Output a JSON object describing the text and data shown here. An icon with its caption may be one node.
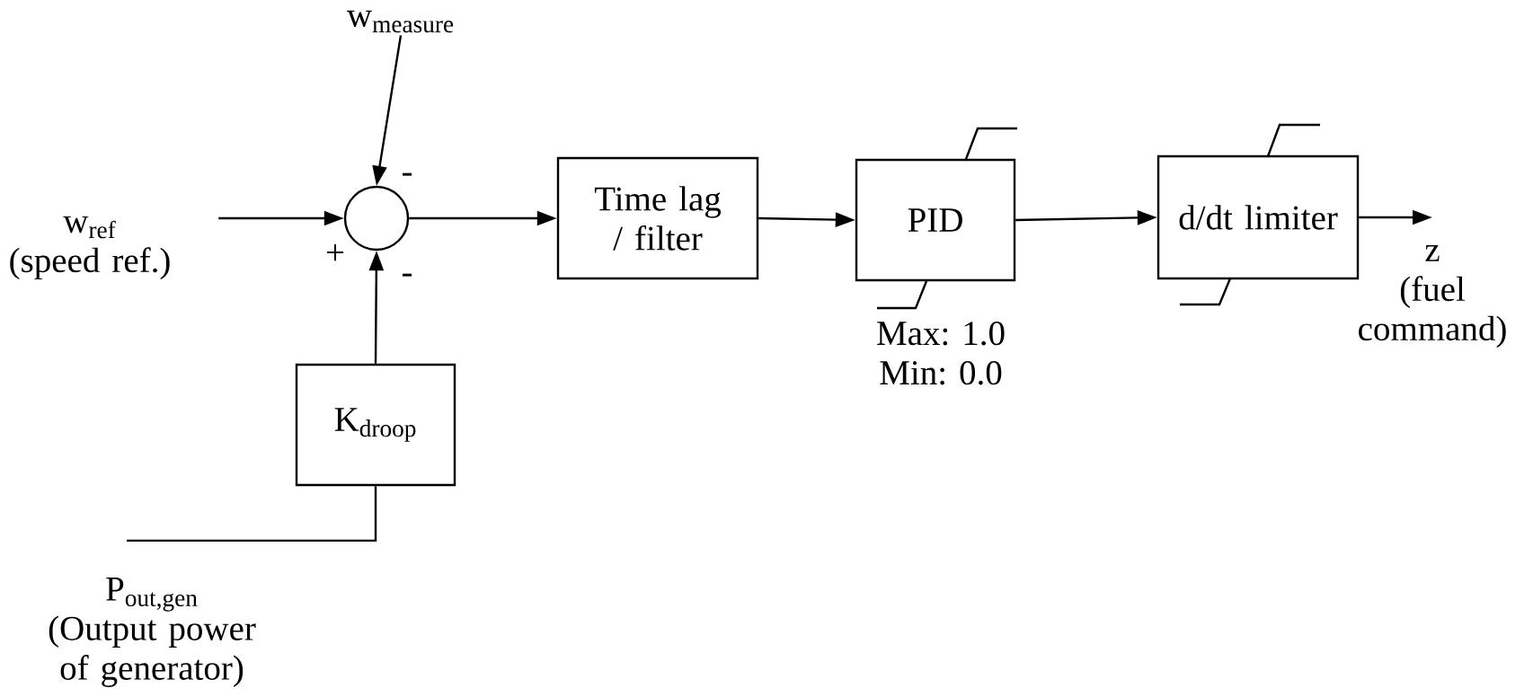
{
  "diagram": {
    "nodes": [
      {
        "text": [
          "w$_{measure}$"
        ]
      },
      {
        "text": [
          "w$_{ref}$",
          "(speed ref.)"
        ]
      },
      {
        "text": [],
        "shape": "circle"
      },
      {
        "text": [
          "Time lag / filter"
        ]
      },
      {
        "text": [
          "PID"
        ],
        "beside": [
          "Max: 1.0",
          "Min: 0.0"
        ]
      },
      {
        "text": [
          "d/dt limiter"
        ]
      },
      {
        "text": [
          "z",
          "(fuel command)"
        ]
      },
      {
        "text": [
          "K$_{droop}$"
        ]
      },
      {
        "text": [
          "P$_{out,gen}$",
          "(Output power of generator)"
        ]
      }
    ],
    "edges": [
      {
        "from": 0,
        "to": 2,
        "arrow": "to"
      },
      {
        "from": 1,
        "to": 2,
        "arrow": "to"
      },
      {
        "from": 2,
        "to": 3,
        "arrow": "to"
      },
      {
        "from": 3,
        "to": 4,
        "arrow": "to"
      },
      {
        "from": 4,
        "to": 5,
        "arrow": "to"
      },
      {
        "from": 5,
        "to": 6,
        "arrow": "to"
      },
      {
        "from": 7,
        "to": 2,
        "arrow": "to"
      },
      {
        "from": 8,
        "to": 7,
        "arrow": "none"
      }
    ],
    "labels": [
      "-",
      "+",
      "-"
    ]
  }
}
